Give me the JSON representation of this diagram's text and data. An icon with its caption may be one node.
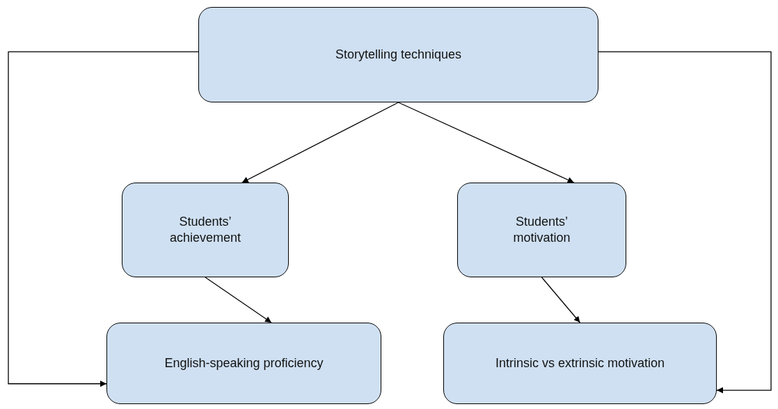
{
  "diagram": {
    "nodes": [
      {
        "text": [
          "Storytelling techniques"
        ]
      },
      {
        "text": [
          "Students’ achievement"
        ]
      },
      {
        "text": [
          "Students’ motivation"
        ]
      },
      {
        "text": [
          "English-speaking proficiency"
        ]
      },
      {
        "text": [
          "Intrinsic vs extrinsic motivation"
        ]
      }
    ],
    "edges": [
      {
        "from": 0,
        "to": 1,
        "arrow": "to"
      },
      {
        "from": 0,
        "to": 2,
        "arrow": "to"
      },
      {
        "from": 1,
        "to": 3,
        "arrow": "to"
      },
      {
        "from": 2,
        "to": 4,
        "arrow": "to"
      },
      {
        "from": 0,
        "to": 3,
        "arrow": "to"
      },
      {
        "from": 0,
        "to": 4,
        "arrow": "to"
      }
    ]
  }
}
